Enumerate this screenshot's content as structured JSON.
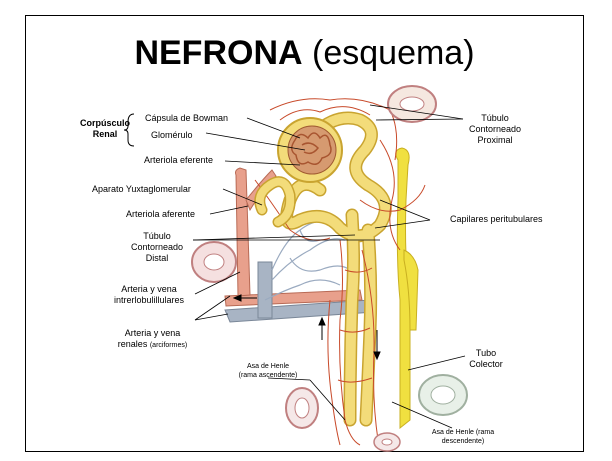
{
  "title": {
    "main": "NEFRONA",
    "sub": "(esquema)"
  },
  "labels": {
    "corpusculo": "Corpúsculo",
    "renal": "Renal",
    "capsula": "Cápsula de Bowman",
    "glomerulo": "Glomérulo",
    "arteriola_eferente": "Arteriola eferente",
    "aparato": "Aparato Yuxtaglomerular",
    "arteriola_aferente": "Arteriola aferente",
    "tubulo_distal_1": "Túbulo",
    "tubulo_distal_2": "Contorneado",
    "tubulo_distal_3": "Distal",
    "arteria_inter_1": "Arteria y vena",
    "arteria_inter_2": "intrerlobulillulares",
    "arteria_ren_1": "Arteria y vena",
    "arteria_ren_2": "renales",
    "arteria_ren_3": "(arciformes)",
    "tubulo_prox_1": "Túbulo",
    "tubulo_prox_2": "Contorneado",
    "tubulo_prox_3": "Proximal",
    "capilares": "Capilares peritubulares",
    "tubo_1": "Tubo",
    "tubo_2": "Colector",
    "asa_asc_1": "Asa de Henle",
    "asa_asc_2": "(rama ascendente)",
    "asa_desc_1": "Asa de Henle (rama",
    "asa_desc_2": "descendente)"
  },
  "colors": {
    "tubule": "#f3dc7a",
    "tubule_edge": "#c9a430",
    "artery": "#e8a08c",
    "vessel_red": "#c84a2a",
    "vein": "#a8b4c4",
    "collector": "#f0e040"
  }
}
